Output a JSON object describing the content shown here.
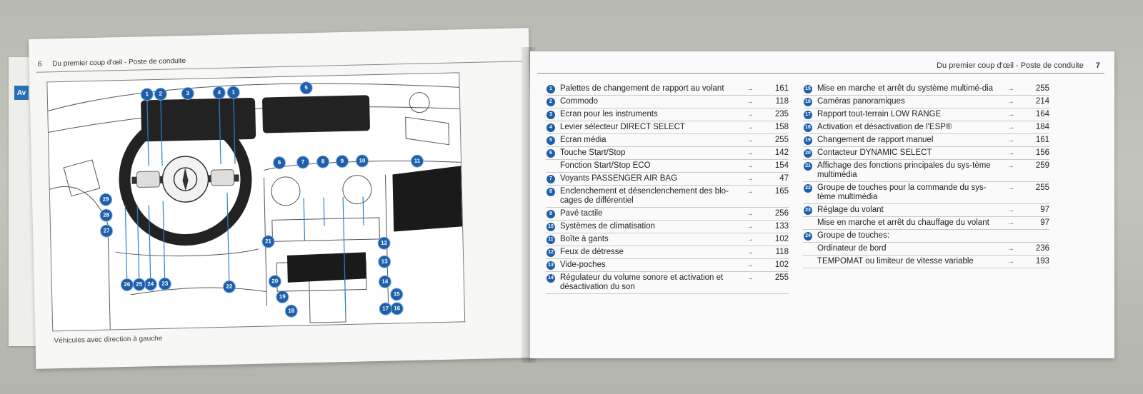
{
  "left_page": {
    "page_number": "6",
    "header": "Du premier coup d'œil - Poste de conduite",
    "caption": "Véhicules avec direction à gauche",
    "side_tab": "Av"
  },
  "right_page": {
    "page_number": "7",
    "header": "Du premier coup d'œil - Poste de conduite"
  },
  "callouts": [
    "1",
    "2",
    "3",
    "4",
    "1",
    "5",
    "6",
    "7",
    "8",
    "9",
    "10",
    "11",
    "12",
    "13",
    "14",
    "15",
    "16",
    "17",
    "18",
    "19",
    "20",
    "21",
    "22",
    "23",
    "24",
    "25",
    "26",
    "27",
    "28",
    "29"
  ],
  "colors": {
    "accent": "#1f5ea8",
    "callout_ring": "#2a7fd0"
  },
  "index_left": [
    {
      "num": "1",
      "label": "Palettes de changement de rapport au volant",
      "arrow": "→",
      "page": "161"
    },
    {
      "num": "2",
      "label": "Commodo",
      "arrow": "→",
      "page": "118"
    },
    {
      "num": "3",
      "label": "Ecran pour les instruments",
      "arrow": "→",
      "page": "235"
    },
    {
      "num": "4",
      "label": "Levier sélecteur DIRECT SELECT",
      "arrow": "→",
      "page": "158"
    },
    {
      "num": "5",
      "label": "Ecran média",
      "arrow": "→",
      "page": "255"
    },
    {
      "num": "6",
      "label": "Touche Start/Stop",
      "arrow": "→",
      "page": "142"
    },
    {
      "num": "",
      "label": "Fonction Start/Stop ECO",
      "arrow": "→",
      "page": "154"
    },
    {
      "num": "7",
      "label": "Voyants PASSENGER AIR BAG",
      "arrow": "→",
      "page": "47"
    },
    {
      "num": "8",
      "label": "Enclenchement et désenclenchement des blo-cages de différentiel",
      "arrow": "→",
      "page": "165"
    },
    {
      "num": "9",
      "label": "Pavé tactile",
      "arrow": "→",
      "page": "256"
    },
    {
      "num": "10",
      "label": "Systèmes de climatisation",
      "arrow": "→",
      "page": "133"
    },
    {
      "num": "11",
      "label": "Boîte à gants",
      "arrow": "→",
      "page": "102"
    },
    {
      "num": "12",
      "label": "Feux de détresse",
      "arrow": "→",
      "page": "118"
    },
    {
      "num": "13",
      "label": "Vide-poches",
      "arrow": "→",
      "page": "102"
    },
    {
      "num": "14",
      "label": "Régulateur du volume sonore et activation et désactivation du son",
      "arrow": "→",
      "page": "255"
    }
  ],
  "index_right": [
    {
      "num": "15",
      "label": "Mise en marche et arrêt du système multimé-dia",
      "arrow": "→",
      "page": "255"
    },
    {
      "num": "16",
      "label": "Caméras panoramiques",
      "arrow": "→",
      "page": "214"
    },
    {
      "num": "17",
      "label": "Rapport tout-terrain LOW RANGE",
      "arrow": "→",
      "page": "164"
    },
    {
      "num": "18",
      "label": "Activation et désactivation de l'ESP®",
      "arrow": "→",
      "page": "184"
    },
    {
      "num": "19",
      "label": "Changement de rapport manuel",
      "arrow": "→",
      "page": "161"
    },
    {
      "num": "20",
      "label": "Contacteur DYNAMIC SELECT",
      "arrow": "→",
      "page": "156"
    },
    {
      "num": "21",
      "label": "Affichage des fonctions principales du sys-tème multimédia",
      "arrow": "→",
      "page": "259"
    },
    {
      "num": "22",
      "label": "Groupe de touches pour la commande du sys-tème multimédia",
      "arrow": "→",
      "page": "255"
    },
    {
      "num": "23",
      "label": "Réglage du volant",
      "arrow": "→",
      "page": "97"
    },
    {
      "num": "",
      "label": "Mise en marche et arrêt du chauffage du volant",
      "arrow": "→",
      "page": "97"
    },
    {
      "num": "24",
      "label": "Groupe de touches:",
      "arrow": "",
      "page": ""
    },
    {
      "num": "",
      "label": "Ordinateur de bord",
      "arrow": "→",
      "page": "236"
    },
    {
      "num": "",
      "label": "TEMPOMAT ou limiteur de vitesse variable",
      "arrow": "→",
      "page": "193"
    }
  ]
}
